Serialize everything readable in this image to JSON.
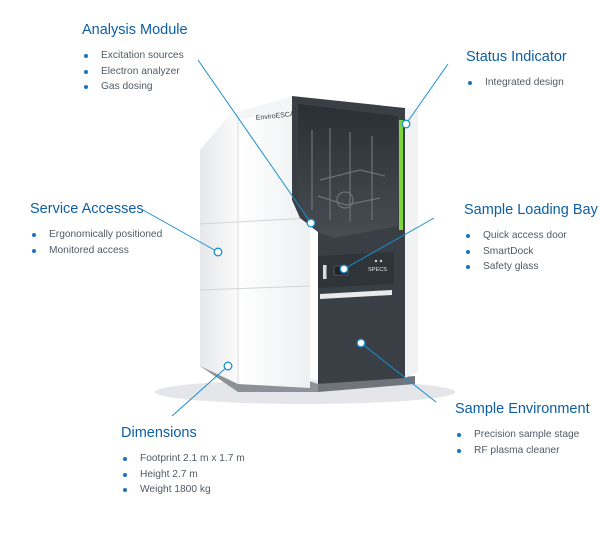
{
  "product": {
    "brand_name": "EnviroESCA",
    "panel_label": "SPECS"
  },
  "callouts": {
    "analysis_module": {
      "title": "Analysis Module",
      "items": [
        "Excitation sources",
        "Electron analyzer",
        "Gas dosing"
      ]
    },
    "status_indicator": {
      "title": "Status Indicator",
      "items": [
        "Integrated design"
      ]
    },
    "service_accesses": {
      "title": "Service Accesses",
      "items": [
        "Ergonomically positioned",
        "Monitored access"
      ]
    },
    "sample_loading_bay": {
      "title": "Sample Loading Bay",
      "items": [
        "Quick access door",
        "SmartDock",
        "Safety glass"
      ]
    },
    "sample_environment": {
      "title": "Sample Environment",
      "items": [
        "Precision sample stage",
        "RF plasma cleaner"
      ]
    },
    "dimensions": {
      "title": "Dimensions",
      "items": [
        "Footprint 2.1 m x 1.7 m",
        "Height 2.7 m",
        "Weight 1800 kg"
      ]
    }
  },
  "colors": {
    "accent": "#0d5fa5",
    "leader_line": "#1a8fd0",
    "status_light": "#7dd63a",
    "dark_panel": "#3a3f45"
  }
}
